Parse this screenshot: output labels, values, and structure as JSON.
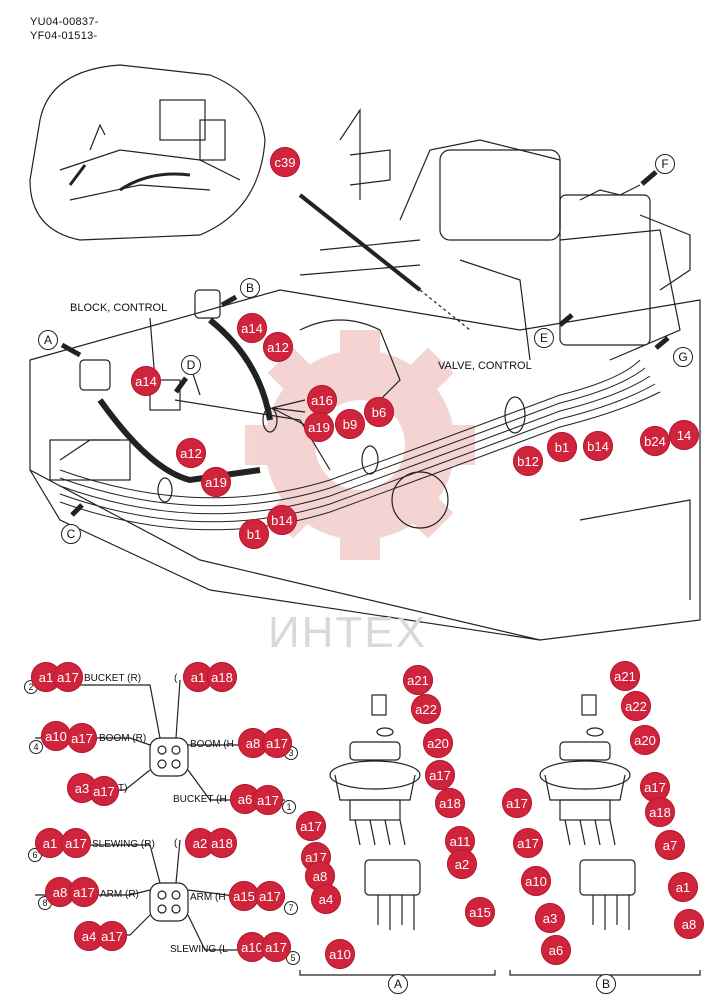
{
  "doc_codes": [
    "YU04-00837-",
    "YF04-01513-"
  ],
  "watermark": "ИНТЕХ",
  "labels": {
    "block_control": "BLOCK, CONTROL",
    "valve_control": "VALVE, CONTROL",
    "bucket_r": "BUCKET (R)",
    "boom_r": "BOOM (R)",
    "boom_h": "BOOM (H",
    "bucket_h": "BUCKET (H",
    "slewing_r": "SLEWING (R)",
    "arm_r": "ARM (R)",
    "arm_h": "ARM (H",
    "slewing_l": "SLEWING (L",
    "paren_1": "(",
    "paren_2": "(",
    "t_1": "T)",
    "t_2": "T)"
  },
  "view_letters": {
    "a": "A",
    "b": "B",
    "c": "C",
    "d": "D",
    "e": "E",
    "f": "F",
    "g": "G"
  },
  "section_labels": {
    "a": "A",
    "b": "B"
  },
  "port_numbers": [
    "2",
    "4",
    "3",
    "1",
    "6",
    "8",
    "7",
    "5"
  ],
  "callouts": {
    "c39": "c39",
    "a14_top": "a14",
    "a12_top": "a12",
    "a14_left": "a14",
    "a16": "a16",
    "a19_top": "a19",
    "b9": "b9",
    "b6": "b6",
    "a12_mid": "a12",
    "a19_mid": "a19",
    "b1_left": "b1",
    "b14_left": "b14",
    "b12": "b12",
    "b1_right": "b1",
    "b14_right": "b14",
    "b24": "b24",
    "r14": "14",
    "p1_a1": "a1",
    "p1_a17": "a17",
    "p1_a1b": "a1",
    "p1_a18": "a18",
    "p1_a10": "a10",
    "p1_a17b": "a17",
    "p1_a8": "a8",
    "p1_a17c": "a17",
    "p1_a3": "a3",
    "p1_a17d": "a17",
    "p1_a6": "a6",
    "p1_a17e": "a17",
    "p2_a1": "a1",
    "p2_a17": "a17",
    "p2_a2": "a2",
    "p2_a18": "a18",
    "p2_a8": "a8",
    "p2_a17b": "a17",
    "p2_a15": "a15",
    "p2_a17c": "a17",
    "p2_a4": "a4",
    "p2_a17d": "a17",
    "p2_a10": "a10",
    "p2_a17e": "a17",
    "A_a21": "a21",
    "A_a22": "a22",
    "A_a20": "a20",
    "A_a17": "a17",
    "A_a18": "a18",
    "A_a17b": "a17",
    "A_a11": "a11",
    "A_a17c": "a17",
    "A_a2": "a2",
    "A_a8": "a8",
    "A_a4": "a4",
    "A_a15": "a15",
    "A_a10": "a10",
    "B_a21": "a21",
    "B_a22": "a22",
    "B_a20": "a20",
    "B_a17": "a17",
    "B_a17b": "a17",
    "B_a18": "a18",
    "B_a17c": "a17",
    "B_a7": "a7",
    "B_a10": "a10",
    "B_a1": "a1",
    "B_a3": "a3",
    "B_a6": "a6",
    "B_a8": "a8"
  },
  "colors": {
    "badge": "#d0243c",
    "line": "#222222",
    "watermark": "#f2c9c9"
  }
}
